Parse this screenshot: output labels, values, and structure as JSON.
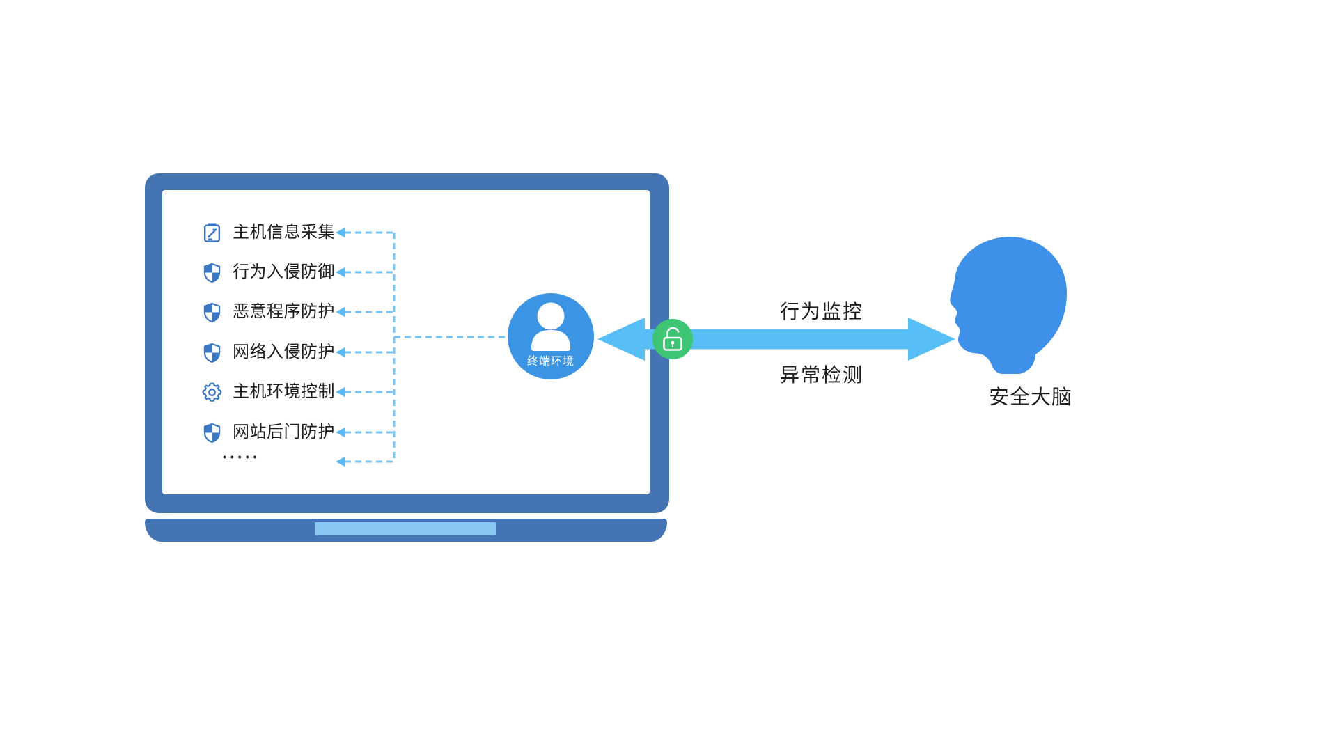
{
  "laptop": {
    "screen_items": [
      {
        "label": "主机信息采集",
        "icon": "clipboard-edit-icon"
      },
      {
        "label": "行为入侵防御",
        "icon": "shield-icon"
      },
      {
        "label": "恶意程序防护",
        "icon": "shield-icon"
      },
      {
        "label": "网络入侵防护",
        "icon": "shield-icon"
      },
      {
        "label": "主机环境控制",
        "icon": "gear-icon"
      },
      {
        "label": "网站后门防护",
        "icon": "shield-icon"
      }
    ],
    "more_indicator": "•••••"
  },
  "terminal_node": {
    "label": "终端环境",
    "icon": "user-icon"
  },
  "connection": {
    "top_label": "行为监控",
    "bottom_label": "异常检测",
    "badge_icon": "unlocked-padlock-icon"
  },
  "security_brain": {
    "label": "安全大脑",
    "icon": "head-silhouette-icon"
  },
  "colors": {
    "laptop_frame": "#4474b4",
    "screen_bg": "#ffffff",
    "node_blue": "#3b95e4",
    "head_blue": "#3e90e9",
    "arrow_blue": "#57bef6",
    "dash_blue": "#74c5f8",
    "arrowhead_blue": "#5ab9f2",
    "icon_blue": "#3a78c6",
    "lock_green": "#3ec573",
    "base_bar_blue": "#8cc6f3",
    "text_dark": "#1e1e1e"
  }
}
